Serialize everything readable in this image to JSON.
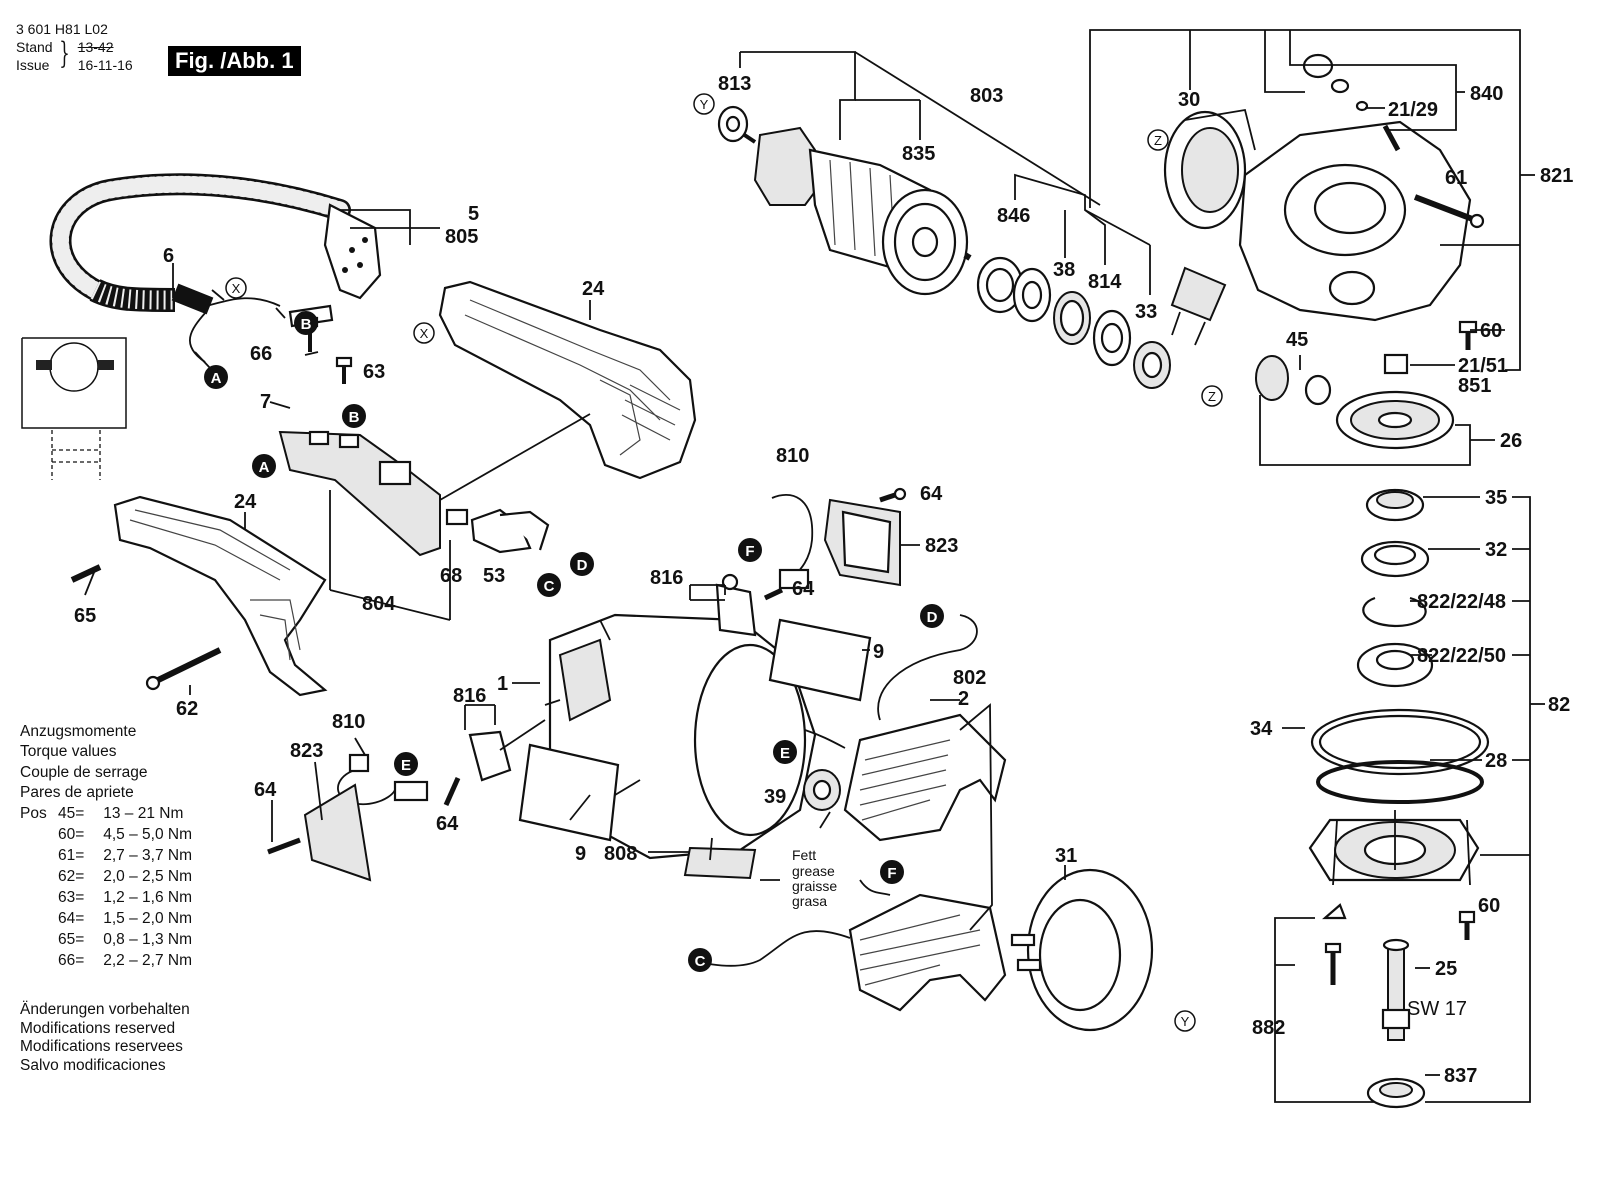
{
  "header": {
    "doc_id": "3 601 H81 L02",
    "stand_label": "Stand",
    "issue_label": "Issue",
    "stand_date": "13-42",
    "issue_date": "16-11-16",
    "figure_badge": "Fig. /Abb. 1"
  },
  "parts": {
    "p5": "5",
    "p805": "805",
    "p6": "6",
    "p24a": "24",
    "p24b": "24",
    "p66": "66",
    "p63": "63",
    "p7": "7",
    "p65": "65",
    "p62": "62",
    "p68": "68",
    "p53": "53",
    "p804": "804",
    "p813": "813",
    "p803": "803",
    "p835": "835",
    "p846": "846",
    "p38": "38",
    "p814": "814",
    "p33": "33",
    "p30": "30",
    "p840": "840",
    "p2129": "21/29",
    "p821": "821",
    "p61": "61",
    "p60a": "60",
    "p2151": "21/51",
    "p851": "851",
    "p45": "45",
    "p26": "26",
    "p35": "35",
    "p32": "32",
    "p822_48": "822/22/48",
    "p822_50": "822/22/50",
    "p34": "34",
    "p28": "28",
    "p82": "82",
    "p60b": "60",
    "p25": "25",
    "psw": "SW 17",
    "p882": "882",
    "p837": "837",
    "p810a": "810",
    "p64a": "64",
    "p823a": "823",
    "p816a": "816",
    "p64b": "64",
    "p9a": "9",
    "p802": "802",
    "p2": "2",
    "p1": "1",
    "p816b": "816",
    "p810b": "810",
    "p823b": "823",
    "p64c": "64",
    "p64d": "64",
    "p9b": "9",
    "p808": "808",
    "p39": "39",
    "p31": "31"
  },
  "callouts": {
    "A": "A",
    "B": "B",
    "C": "C",
    "D": "D",
    "E": "E",
    "F": "F",
    "X": "X",
    "Y": "Y",
    "Z": "Z"
  },
  "grease_note": [
    "Fett",
    "grease",
    "graisse",
    "grasa"
  ],
  "torque": {
    "titles": [
      "Anzugsmomente",
      "Torque values",
      "Couple de serrage",
      "Pares de apriete"
    ],
    "pos_label": "Pos",
    "rows": [
      {
        "pos": "45",
        "eq": "=",
        "value": "13 – 21 Nm"
      },
      {
        "pos": "60",
        "eq": "=",
        "value": "4,5 – 5,0 Nm"
      },
      {
        "pos": "61",
        "eq": "=",
        "value": "2,7 – 3,7 Nm"
      },
      {
        "pos": "62",
        "eq": "=",
        "value": "2,0 – 2,5 Nm"
      },
      {
        "pos": "63",
        "eq": "=",
        "value": "1,2 – 1,6 Nm"
      },
      {
        "pos": "64",
        "eq": "=",
        "value": "1,5 – 2,0 Nm"
      },
      {
        "pos": "65",
        "eq": "=",
        "value": "0,8 – 1,3 Nm"
      },
      {
        "pos": "66",
        "eq": "=",
        "value": "2,2 – 2,7 Nm"
      }
    ]
  },
  "modifications": [
    "Änderungen vorbehalten",
    "Modifications reserved",
    "Modifications reservees",
    "Salvo modificaciones"
  ]
}
